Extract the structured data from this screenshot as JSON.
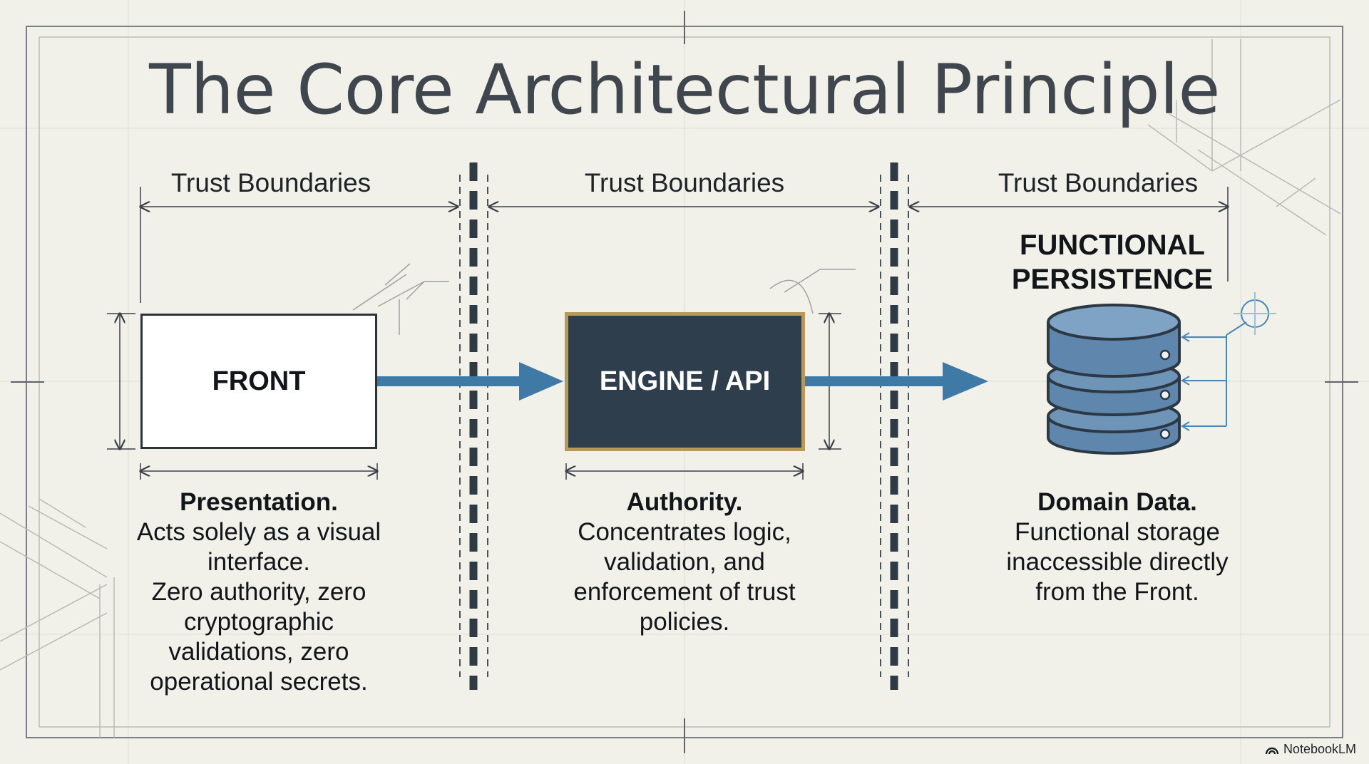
{
  "title": "The Core Architectural Principle",
  "trust_boundaries": [
    "Trust Boundaries",
    "Trust Boundaries",
    "Trust Boundaries"
  ],
  "components": {
    "front": {
      "label": "FRONT",
      "desc_title": "Presentation.",
      "desc_lines": [
        "Acts solely as a visual",
        "interface.",
        "Zero authority, zero",
        "cryptographic",
        "validations, zero",
        "operational secrets."
      ]
    },
    "engine": {
      "label": "ENGINE / API",
      "desc_title": "Authority.",
      "desc_lines": [
        "Concentrates logic,",
        "validation, and",
        "enforcement of trust",
        "policies."
      ]
    },
    "persistence": {
      "label_line1": "FUNCTIONAL",
      "label_line2": "PERSISTENCE",
      "desc_title": "Domain Data.",
      "desc_lines": [
        "Functional storage",
        "inaccessible directly",
        "from the Front."
      ]
    }
  },
  "brand": "NotebookLM",
  "colors": {
    "background": "#f1f1ea",
    "arrow": "#3f79a6",
    "engine_fill": "#2f3e4d",
    "engine_border": "#b99a55",
    "database": "#5f87ad",
    "ink": "#2b3238"
  },
  "icons": [
    "database-icon",
    "notebooklm-logo-icon"
  ]
}
